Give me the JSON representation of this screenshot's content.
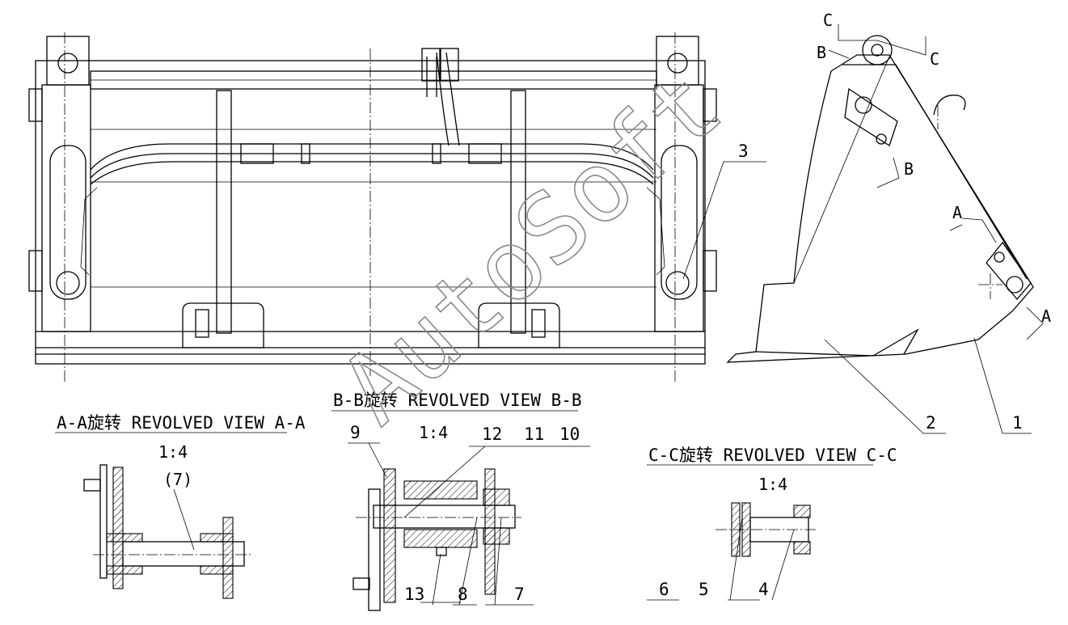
{
  "views": {
    "view_a": {
      "title": "A-A旋转 REVOLVED VIEW A-A",
      "scale": "1:4",
      "ref": "(7)"
    },
    "view_b": {
      "title": "B-B旋转 REVOLVED VIEW B-B",
      "scale": "1:4"
    },
    "view_c": {
      "title": "C-C旋转 REVOLVED VIEW C-C",
      "scale": "1:4"
    }
  },
  "section_letters": {
    "a": "A",
    "b": "B",
    "c": "C"
  },
  "balloons": {
    "p1": "1",
    "p2": "2",
    "p3": "3",
    "p4": "4",
    "p5": "5",
    "p6": "6",
    "p7": "7",
    "p8": "8",
    "p9": "9",
    "p10": "10",
    "p11": "11",
    "p12": "12",
    "p13": "13"
  },
  "watermark": "AutoSoft"
}
